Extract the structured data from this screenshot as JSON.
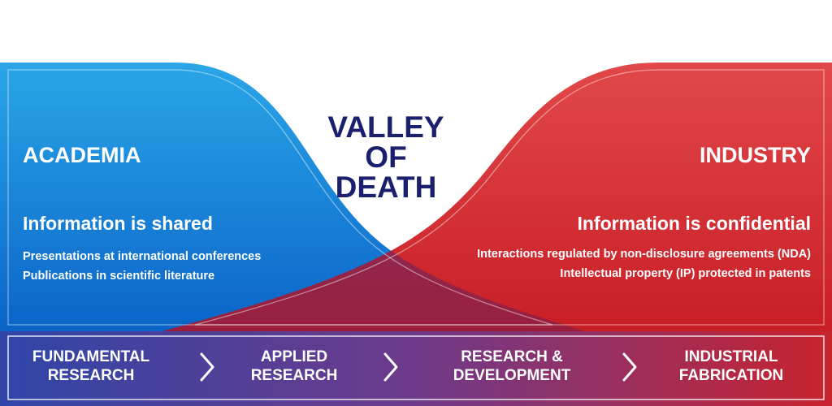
{
  "valley": {
    "lines": [
      "VALLEY",
      "OF",
      "DEATH"
    ]
  },
  "academia": {
    "title": "ACADEMIA",
    "subtitle": "Information is shared",
    "points": [
      "Presentations at international conferences",
      "Publications in scientific literature"
    ]
  },
  "industry": {
    "title": "INDUSTRY",
    "subtitle": "Information is confidential",
    "points": [
      "Interactions regulated by non-disclosure agreements (NDA)",
      "Intellectual property (IP) protected in patents"
    ]
  },
  "pipeline": {
    "stages": [
      {
        "line1": "FUNDAMENTAL",
        "line2": "RESEARCH"
      },
      {
        "line1": "APPLIED",
        "line2": "RESEARCH"
      },
      {
        "line1": "RESEARCH &",
        "line2": "DEVELOPMENT"
      },
      {
        "line1": "INDUSTRIAL",
        "line2": "FABRICATION"
      }
    ],
    "separator_icon": "chevron-right-icon"
  },
  "colors": {
    "academia_blue": "#0a7fd6",
    "industry_red": "#d62d30",
    "overlap_maroon": "#8e2248",
    "valley_navy": "#1a1f6e",
    "bar_start": "#2f46a8",
    "bar_end": "#c8232e"
  }
}
